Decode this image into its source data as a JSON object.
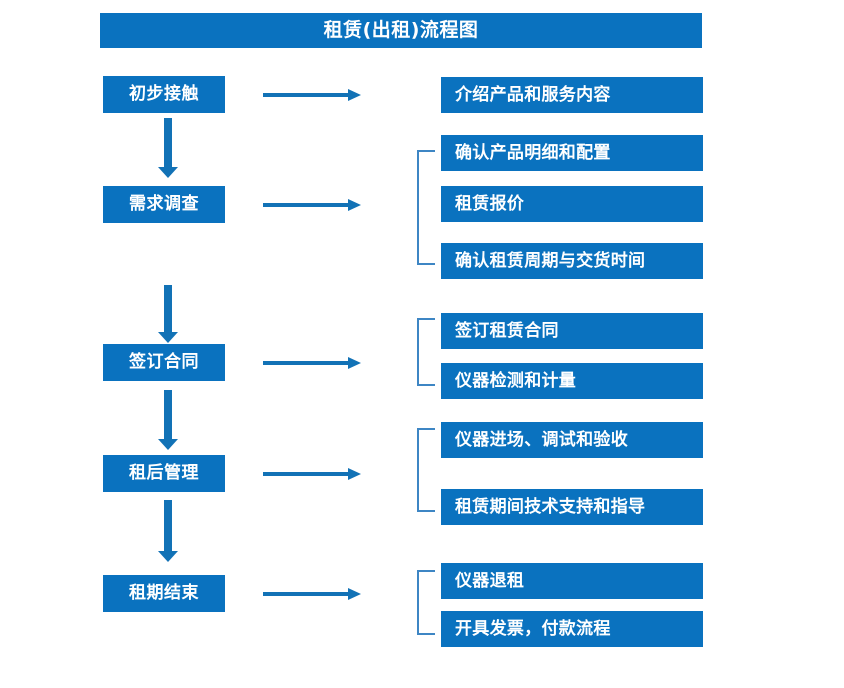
{
  "diagram": {
    "title": "租赁(出租)流程图",
    "accent_color": "#0A72BF",
    "arrow_color": "#1272B6",
    "bracket_color": "#3E86C4",
    "background_color": "#FFFFFF",
    "text_color": "#FFFFFF",
    "rows": [
      {
        "stage": "初步接触",
        "details": [
          "介绍产品和服务内容"
        ],
        "has_bracket": false
      },
      {
        "stage": "需求调查",
        "details": [
          "确认产品明细和配置",
          "租赁报价",
          "确认租赁周期与交货时间"
        ],
        "has_bracket": true
      },
      {
        "stage": "签订合同",
        "details": [
          "签订租赁合同",
          "仪器检测和计量"
        ],
        "has_bracket": true
      },
      {
        "stage": "租后管理",
        "details": [
          "仪器进场、调试和验收",
          "租赁期间技术支持和指导"
        ],
        "has_bracket": true
      },
      {
        "stage": "租期结束",
        "details": [
          "仪器退租",
          "开具发票，付款流程"
        ],
        "has_bracket": true
      }
    ]
  }
}
